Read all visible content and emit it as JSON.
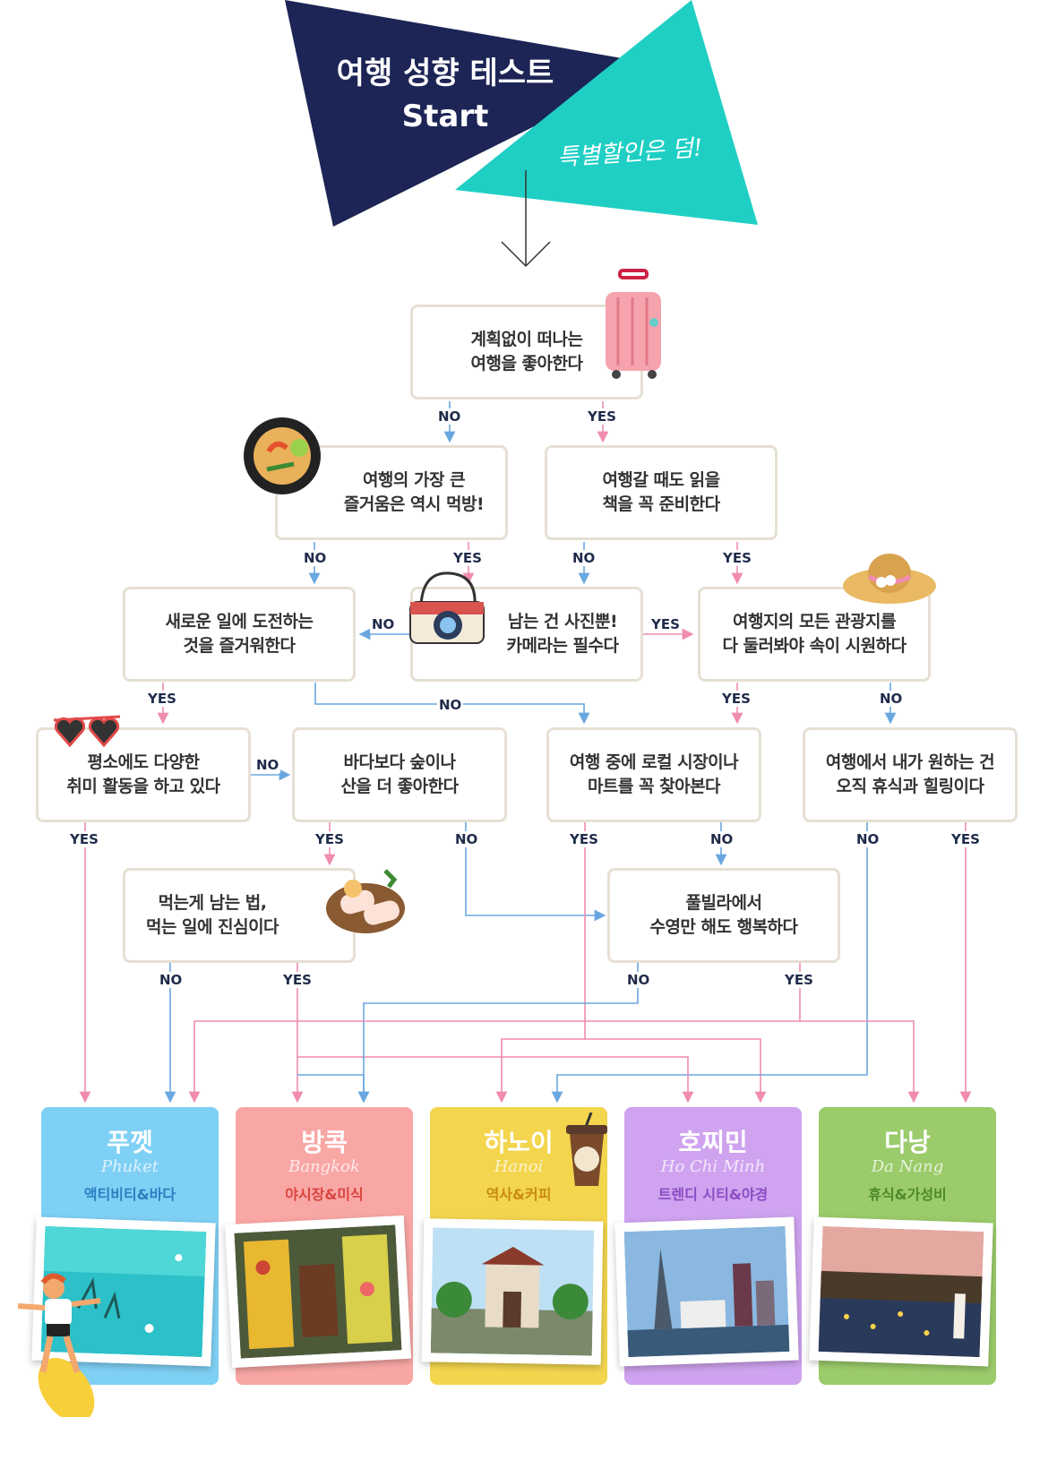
{
  "banner": {
    "title_line1": "여행 성향 테스트",
    "title_line2": "Start",
    "subtitle": "특별할인은 덤!"
  },
  "questions": {
    "q1": {
      "line1": "계획없이 떠나는",
      "line2": "여행을 좋아한다"
    },
    "q2": {
      "line1": "여행의 가장 큰",
      "line2": "즐거움은 역시 먹방!"
    },
    "q3": {
      "line1": "여행갈 때도 읽을",
      "line2": "책을 꼭 준비한다"
    },
    "q4": {
      "line1": "새로운 일에 도전하는",
      "line2": "것을 즐거워한다"
    },
    "q5": {
      "line1": "남는 건 사진뿐!",
      "line2": "카메라는 필수다"
    },
    "q6": {
      "line1": "여행지의 모든 관광지를",
      "line2": "다 둘러봐야 속이 시원하다"
    },
    "q7": {
      "line1": "평소에도 다양한",
      "line2": "취미 활동을 하고 있다"
    },
    "q8": {
      "line1": "바다보다 숲이나",
      "line2": "산을 더 좋아한다"
    },
    "q9": {
      "line1": "여행 중에 로컬 시장이나",
      "line2": "마트를 꼭 찾아본다"
    },
    "q10": {
      "line1": "여행에서 내가 원하는 건",
      "line2": "오직 휴식과 힐링이다"
    },
    "q11": {
      "line1": "먹는게 남는 법,",
      "line2": "먹는 일에 진심이다"
    },
    "q12": {
      "line1": "풀빌라에서",
      "line2": "수영만 해도 행복하다"
    }
  },
  "answers": {
    "yes": "YES",
    "no": "NO"
  },
  "results": [
    {
      "name": "푸껫",
      "en": "Phuket",
      "tag": "액티비티&바다",
      "bg": "#7fd0f5",
      "tag_color": "#2a7fc0"
    },
    {
      "name": "방콕",
      "en": "Bangkok",
      "tag": "야시장&미식",
      "bg": "#f9a7a5",
      "tag_color": "#d9443f"
    },
    {
      "name": "하노이",
      "en": "Hanoi",
      "tag": "역사&커피",
      "bg": "#f3d54e",
      "tag_color": "#c98a12"
    },
    {
      "name": "호찌민",
      "en": "Ho Chi Minh",
      "tag": "트렌디 시티&야경",
      "bg": "#cfa3ef",
      "tag_color": "#8a4cc4"
    },
    {
      "name": "다낭",
      "en": "Da Nang",
      "tag": "휴식&가성비",
      "bg": "#9bcb6a",
      "tag_color": "#4e8a2a"
    }
  ],
  "colors": {
    "navy": "#1c2555",
    "teal": "#1fcfc4",
    "yes_line": "#f08cb0",
    "no_line": "#6aa7e0"
  }
}
